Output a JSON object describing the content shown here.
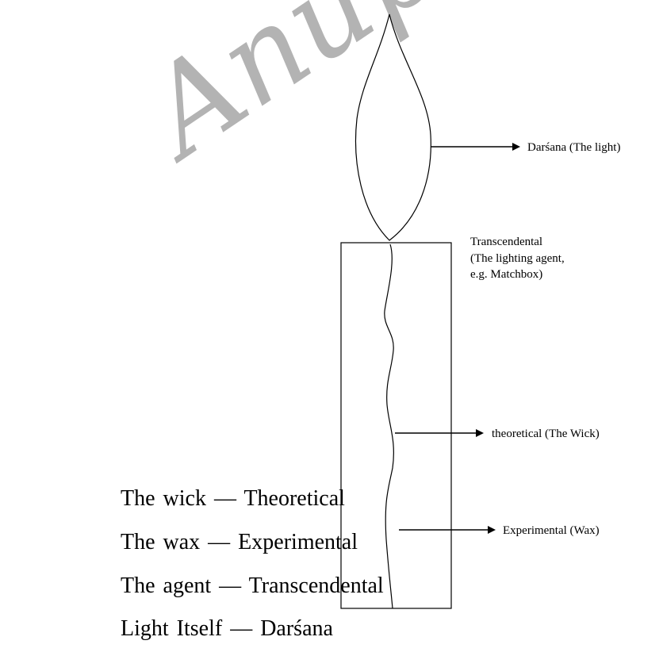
{
  "watermark": {
    "text": "Anupum",
    "color": "#9a9a9a"
  },
  "labels": {
    "light": "Darśana (The light)",
    "transcendental_line1": "Transcendental",
    "transcendental_line2": "(The lighting agent,",
    "transcendental_line3": "e.g. Matchbox)",
    "wick": "theoretical (The Wick)",
    "wax": "Experimental (Wax)"
  },
  "legend": [
    "The wick — Theoretical",
    "The wax — Experimental",
    "The agent — Transcendental",
    "Light Itself — Darśana"
  ],
  "colors": {
    "stroke": "#000000",
    "background": "#ffffff"
  }
}
